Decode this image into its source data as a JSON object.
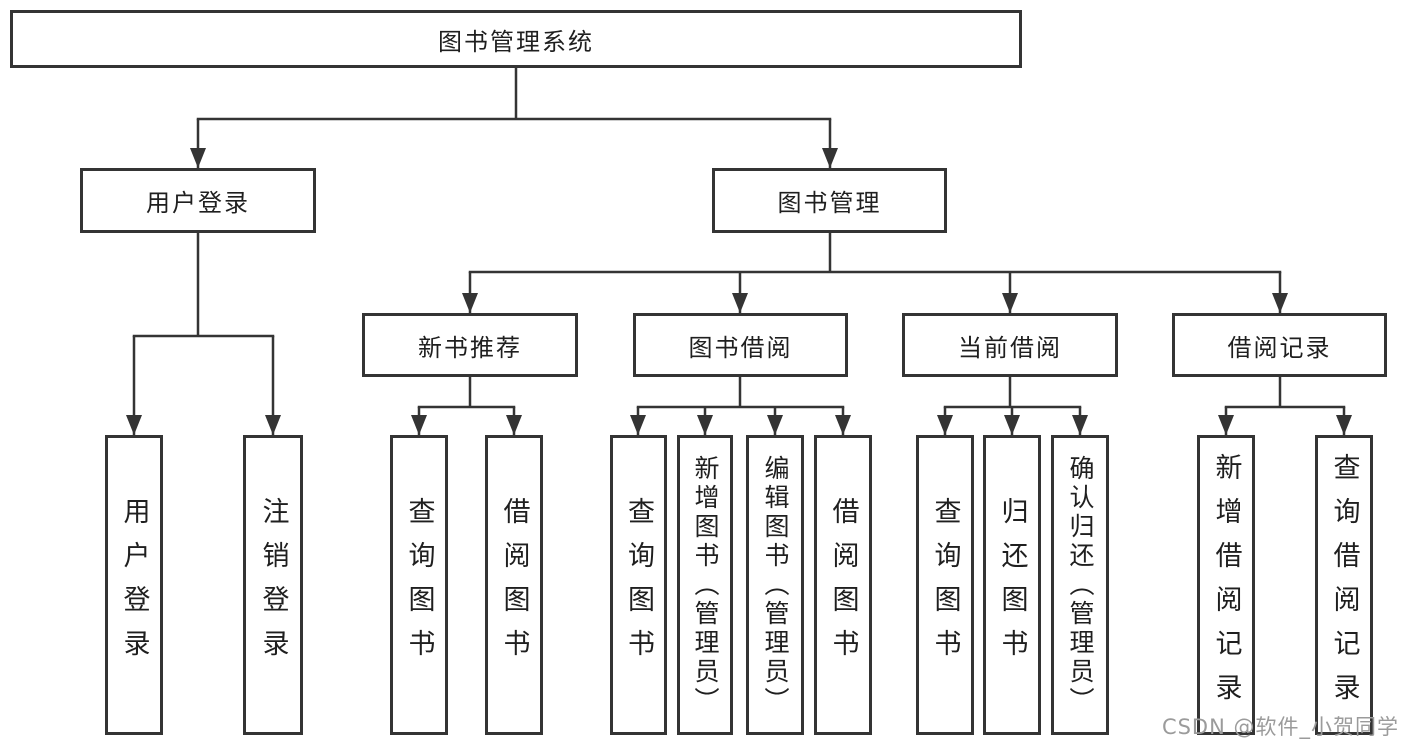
{
  "diagram": {
    "root": {
      "label": "图书管理系统"
    },
    "branches": [
      {
        "label": "用户登录",
        "children": [
          {
            "label": "用户登录"
          },
          {
            "label": "注销登录"
          }
        ]
      },
      {
        "label": "图书管理",
        "children": [
          {
            "label": "新书推荐",
            "children": [
              {
                "label": "查询图书"
              },
              {
                "label": "借阅图书"
              }
            ]
          },
          {
            "label": "图书借阅",
            "children": [
              {
                "label": "查询图书"
              },
              {
                "label": "新增图书（管理员）"
              },
              {
                "label": "编辑图书（管理员）"
              },
              {
                "label": "借阅图书"
              }
            ]
          },
          {
            "label": "当前借阅",
            "children": [
              {
                "label": "查询图书"
              },
              {
                "label": "归还图书"
              },
              {
                "label": "确认归还（管理员）"
              }
            ]
          },
          {
            "label": "借阅记录",
            "children": [
              {
                "label": "新增借阅记录"
              },
              {
                "label": "查询借阅记录"
              }
            ]
          }
        ]
      }
    ]
  },
  "watermark": {
    "text": "CSDN @软件_小贺同学"
  },
  "colors": {
    "line": "#343434",
    "text": "#1f1f1f",
    "watermark": "#9b9b9b"
  }
}
